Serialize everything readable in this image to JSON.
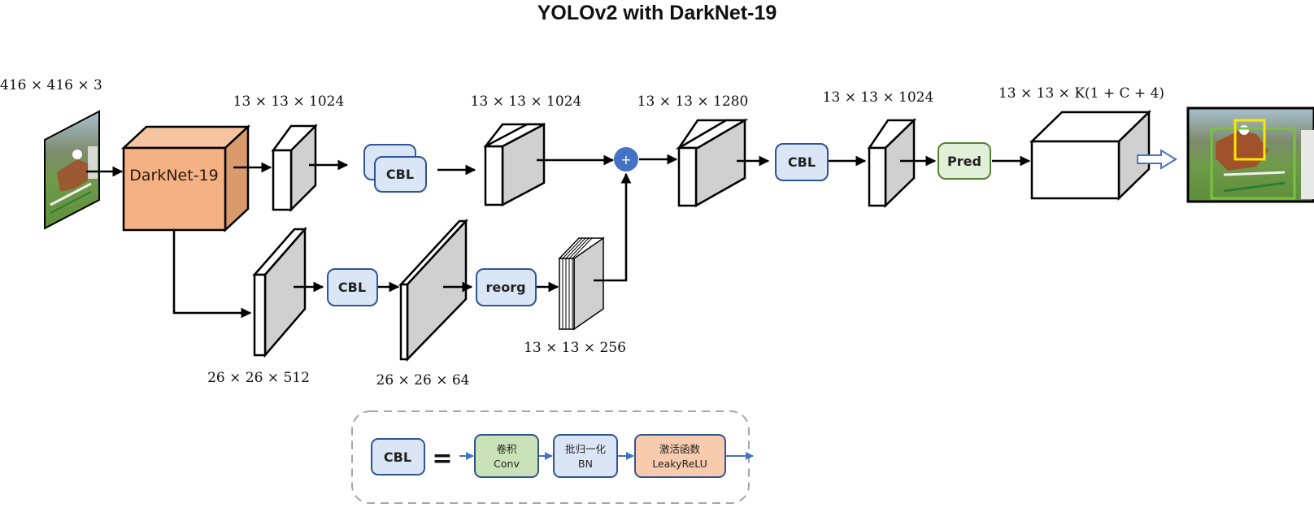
{
  "title": "YOLOv2 with DarkNet-19",
  "colors": {
    "cbl_fill": "#dae6f5",
    "cbl_stroke": "#2f5597",
    "pred_fill": "#e2f0d9",
    "pred_stroke": "#548235",
    "conv_fill": "#c9e2b7",
    "activation_fill": "#f8cbad",
    "darknet_front": "#f4b183",
    "darknet_top": "#f6c4a1",
    "darknet_side": "#d99a6c",
    "tensor_side": "#d0d0d0",
    "add_node": "#4472c4",
    "output_arrow": "#4472c4",
    "legend_border": "#a6a6a6"
  },
  "input": {
    "label": "416 × 416 × 3",
    "image": "horse-jumping-input-image"
  },
  "backbone": {
    "label": "DarkNet-19"
  },
  "top_path": {
    "tensor1": {
      "label": "13 × 13 × 1024"
    },
    "cbl_stack": {
      "label": "CBL"
    },
    "tensor2": {
      "label": "13 × 13 × 1024"
    },
    "add_node": {
      "symbol": "+"
    },
    "tensor3": {
      "label": "13 × 13 × 1280"
    },
    "cbl": {
      "label": "CBL"
    },
    "tensor4": {
      "label": "13 × 13 × 1024"
    },
    "pred": {
      "label": "Pred"
    },
    "output_tensor": {
      "label": "13 × 13 × K(1 + C + 4)"
    },
    "output_image": "horse-jumping-detection-result"
  },
  "bottom_path": {
    "tensor1": {
      "label": "26 × 26 × 512"
    },
    "cbl": {
      "label": "CBL"
    },
    "tensor2": {
      "label": "26 × 26 × 64"
    },
    "reorg": {
      "label": "reorg"
    },
    "tensor3": {
      "label": "13 × 13 × 256"
    }
  },
  "legend": {
    "cbl_label": "CBL",
    "equals": "=",
    "steps": [
      {
        "zh": "卷积",
        "en": "Conv"
      },
      {
        "zh": "批归一化",
        "en": "BN"
      },
      {
        "zh": "激活函数",
        "en": "LeakyReLU"
      }
    ]
  }
}
